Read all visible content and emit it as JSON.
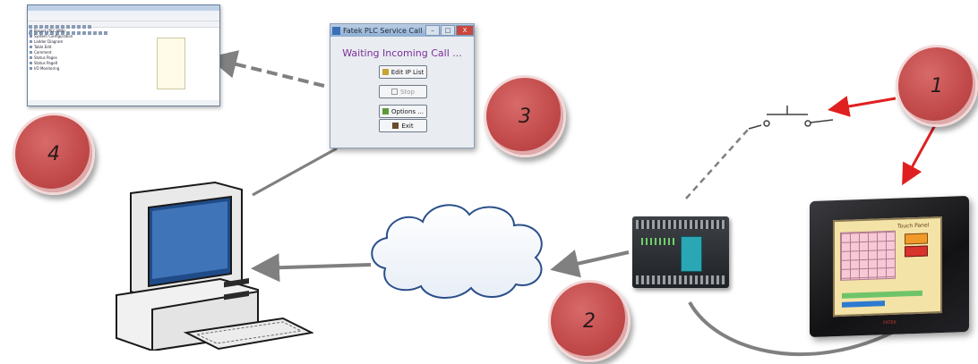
{
  "badges": {
    "one": "1",
    "two": "2",
    "three": "3",
    "four": "4"
  },
  "plc_window": {
    "title": "Fatek PLC Service Call Center",
    "status": "Waiting Incoming Call ...",
    "edit_ip_label": "Edit IP List",
    "stop_label": "Stop",
    "options_label": "Options ...",
    "exit_label": "Exit",
    "window_controls": [
      "–",
      "□",
      "X"
    ]
  },
  "ladder_window": {
    "tree_items": [
      "Project (PLC-WIN)",
      "System Configuration",
      "Ladder Diagram",
      "Table Edit",
      "Comment",
      "Status Pages",
      "Status Page0",
      "I/O Monitoring"
    ]
  },
  "touch_panel": {
    "label": "Touch Panel",
    "brand": "FATEK"
  },
  "colors": {
    "badge_red": "#c24a4a",
    "arrow_red": "#e02020",
    "connector_gray": "#808080",
    "status_purple": "#7a2f9a"
  },
  "icons": [
    "cloud-icon",
    "computer-icon",
    "plc-device",
    "touch-panel",
    "switch-icon"
  ]
}
